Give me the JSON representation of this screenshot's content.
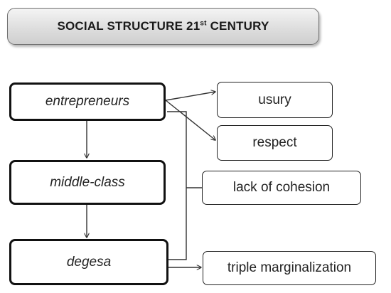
{
  "title": {
    "main": "SOCIAL STRUCTURE 21",
    "superscript": "st",
    "suffix": " CENTURY"
  },
  "nodes": {
    "entrepreneurs": "entrepreneurs",
    "middle_class": "middle-class",
    "degesa": "degesa",
    "usury": "usury",
    "respect": "respect",
    "lack_of_cohesion": "lack of cohesion",
    "triple_marginalization": "triple marginalization"
  }
}
